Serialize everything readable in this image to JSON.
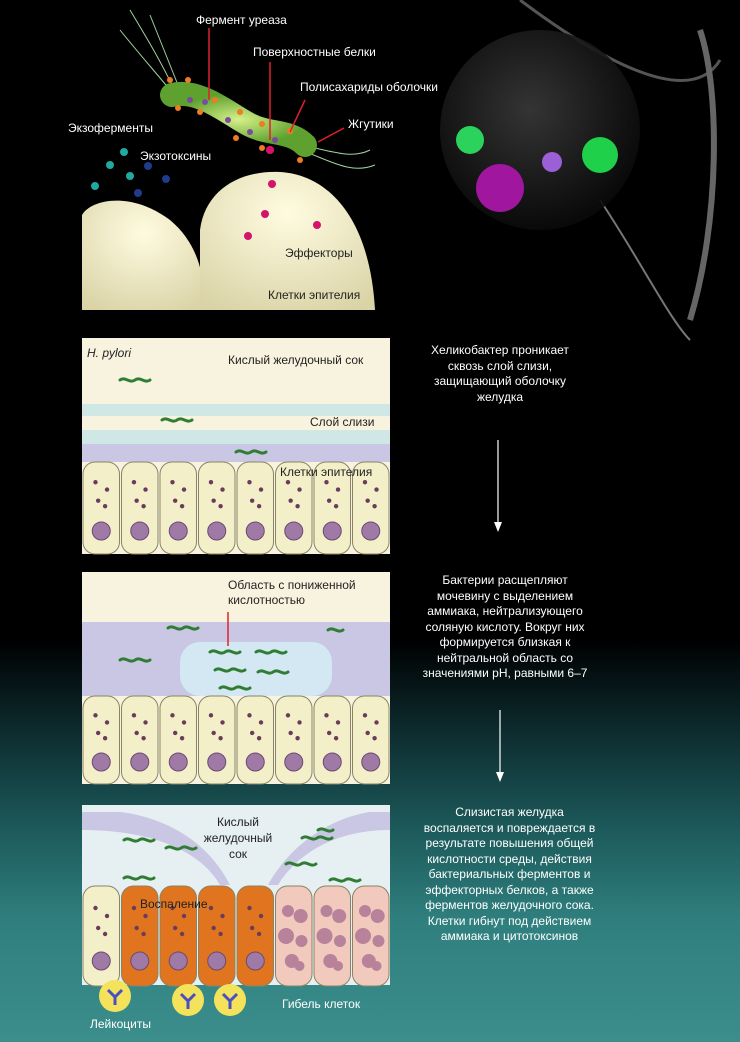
{
  "top": {
    "labels": {
      "urease": "Фермент уреаза",
      "surface_proteins": "Поверхностные белки",
      "polysaccharides": "Полисахариды оболочки",
      "flagella": "Жгутики",
      "exoenzymes": "Экзоферменты",
      "exotoxins": "Экзотоксины",
      "effectors": "Эффекторы",
      "epithelium": "Клетки эпителия"
    }
  },
  "panel1": {
    "species": "H. pylori",
    "acid": "Кислый желудочный сок",
    "mucus": "Слой слизи",
    "epithelium": "Клетки эпителия",
    "description": "Хеликобактер проникает сквозь слой слизи, защищающий оболочку желудка"
  },
  "panel2": {
    "area_label": "Область с пониженной кислотностью",
    "description": "Бактерии расщепляют мочевину с выделением аммиака, нейтрализующего соляную кислоту. Вокруг них формируется близкая к нейтральной область со значениями pH, равными 6–7"
  },
  "panel3": {
    "acid": "Кислый желудочный сок",
    "inflammation": "Воспаление",
    "leukocytes": "Лейкоциты",
    "cell_death": "Гибель клеток",
    "description": "Слизистая желудка воспаляется и повреждается в результате повышения общей кислотности среды, действия бактериальных ферментов и эффекторных белков, а также ферментов желудочного сока. Клетки гибнут под действием аммиака и цитотоксинов"
  },
  "colors": {
    "cell_fill": "#f3efc8",
    "inflamed_cell": "#e0741f",
    "dead_cell": "#f2c9bd",
    "bacterium": "#3a8a3a",
    "mucus": "#c9c7e3",
    "effector": "#d4136a"
  }
}
